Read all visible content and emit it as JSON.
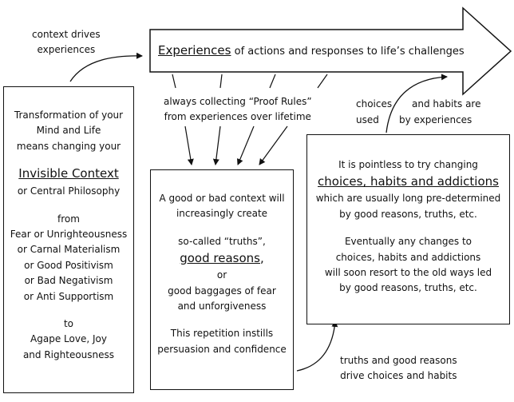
{
  "arrow": {
    "experiences_word": "Experiences",
    "experiences_rest": "of actions and responses to life’s challenges"
  },
  "notes": {
    "context_line1": "context drives",
    "context_line2": "experiences",
    "proof_line1": "always collecting “Proof Rules”",
    "proof_line2": "from experiences over lifetime",
    "choices_word": "choices",
    "used_word": "used",
    "habits_are": "and habits are",
    "by_experiences": "by  experiences",
    "truths_line1": "truths and good reasons",
    "truths_line2": "drive choices and habits"
  },
  "left_box": {
    "line1": "Transformation of your",
    "line2": "Mind and Life",
    "line3": "means changing your",
    "title": "Invisible Context",
    "subtitle": "or Central Philosophy",
    "from": "from",
    "item1": "Fear or Unrighteousness",
    "item2": "or Carnal Materialism",
    "item3": "or Good Positivism",
    "item4": "or Bad Negativism",
    "item5": "or Anti Supportism",
    "to": "to",
    "to1": "Agape Love, Joy",
    "to2": "and Righteousness"
  },
  "middle_box": {
    "line1": "A good or bad context will",
    "line2": "increasingly create",
    "line3": "so-called “truths”,",
    "title": "good reasons",
    "title_suffix": ",",
    "line4": "or",
    "line5": "good baggages of fear",
    "line6": "and unforgiveness",
    "line7": "This repetition instills",
    "line8": "persuasion and confidence"
  },
  "right_box": {
    "line1": "It is pointless to try changing",
    "title": "choices, habits and addictions",
    "line2": "which are usually long pre-determined",
    "line3": "by good reasons, truths, etc.",
    "line4": "Eventually any changes to",
    "line5": "choices, habits and addictions",
    "line6": "will soon resort to the old ways led",
    "line7": "by good reasons, truths, etc."
  }
}
